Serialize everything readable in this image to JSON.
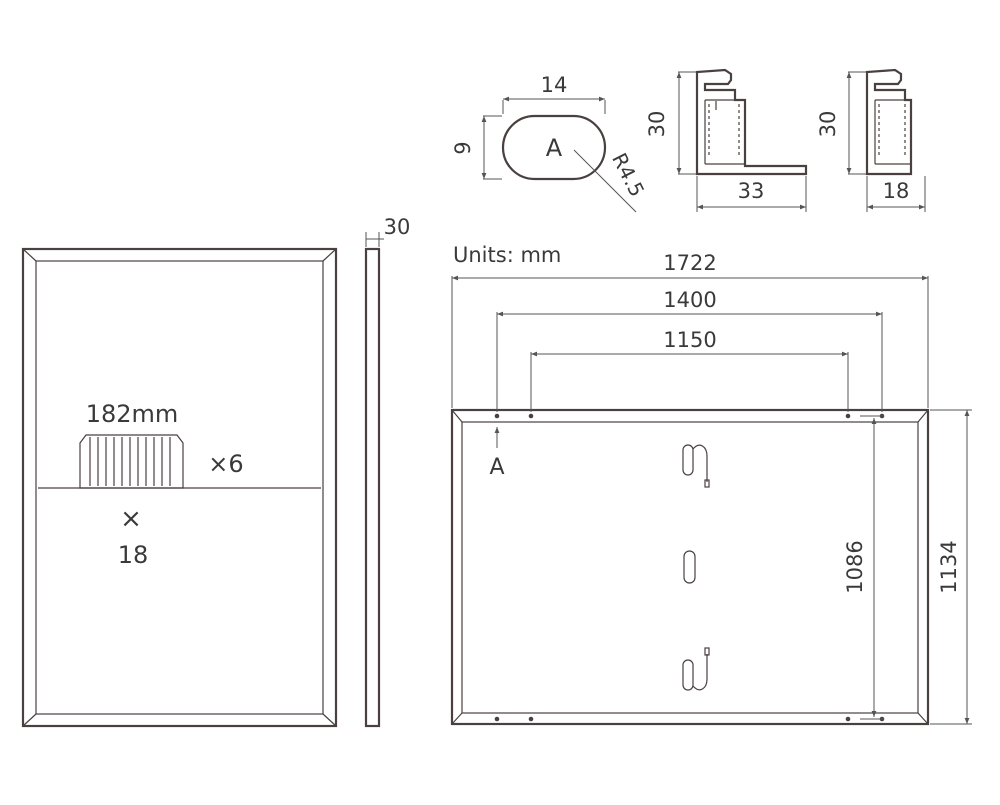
{
  "units_label": "Units: mm",
  "hole_detail": {
    "width": "14",
    "height": "9",
    "label": "A",
    "radius": "R4.5"
  },
  "profile_long": {
    "height": "30",
    "width": "33"
  },
  "profile_short": {
    "height": "30",
    "width": "18"
  },
  "side_view": {
    "thickness": "30"
  },
  "front_view": {
    "cell_width": "182mm",
    "columns": "×6",
    "rows_symbol": "×",
    "rows": "18"
  },
  "back_view": {
    "overall_length": "1722",
    "hole_spacing_outer": "1400",
    "hole_spacing_inner": "1150",
    "inner_height": "1086",
    "overall_height": "1134",
    "detail_ref": "A"
  }
}
